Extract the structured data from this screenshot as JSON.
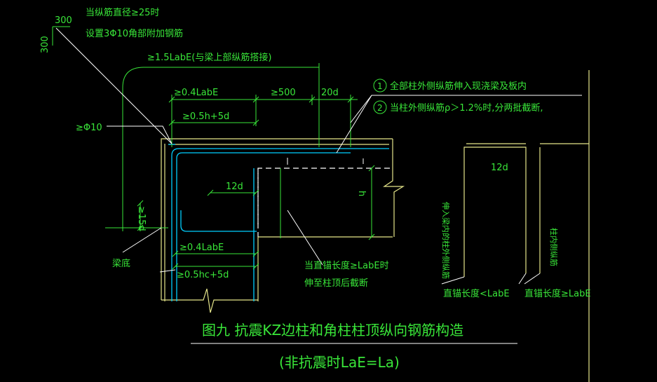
{
  "drawing": {
    "colors": {
      "background": "#000000",
      "text": "#39e639",
      "dimension": "#39e639",
      "rebar": "#00cfff",
      "outline": "#ffffff",
      "leader": "#ffffff",
      "concrete": "#e5e58a"
    },
    "labels": {
      "dim_300_h": "300",
      "dim_300_v": "300",
      "note_diameter": "当纵筋直径≥25时",
      "note_extra": "设置3Φ10角部附加钢筋",
      "dim_15labe": "≥1.5LabE(与梁上部纵筋搭接)",
      "dim_04labe_top": "≥0.4LabE",
      "dim_500": "≥500",
      "dim_20d": "20d",
      "dim_05h5d": "≥0.5h+5d",
      "phi10": "≥Φ10",
      "dim_12d_mid": "12d",
      "dim_h": "h",
      "dim_15d": "≥15d",
      "beam_bottom": "梁底",
      "dim_04labe_bottom": "≥0.4LabE",
      "dim_05hc5d": "≥0.5hc+5d",
      "straight_anchor_note_1": "当直锚长度≥LabE时",
      "straight_anchor_note_2": "伸至柱顶后截断",
      "note1_num": "1",
      "note1_text": "全部柱外侧纵筋伸入现浇梁及板内",
      "note2_num": "2",
      "note2_text": "当柱外侧纵筋ρ＞1.2%时,分两批截断,",
      "right_12d": "12d",
      "right_left_vlabel": "伸入梁内的柱外侧纵筋",
      "right_right_vlabel": "柱内侧纵筋",
      "right_anchor_lt": "直锚长度<LabE",
      "right_anchor_ge": "直锚长度≥LabE"
    },
    "caption": {
      "title": "图九   抗震KZ边柱和角柱柱顶纵向钢筋构造",
      "subtitle": "(非抗震时LaE=La)"
    }
  }
}
